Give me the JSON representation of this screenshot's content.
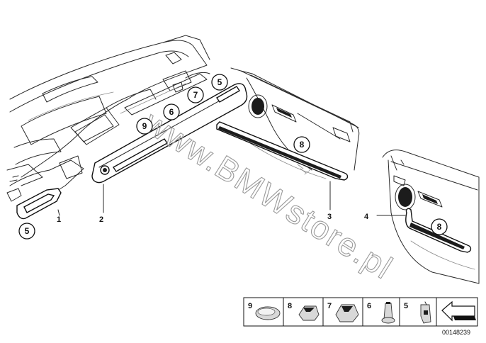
{
  "watermark": "www.BMWstore.pl",
  "reference_number": "00148239",
  "part_labels": [
    "1",
    "2",
    "3",
    "4"
  ],
  "callouts": [
    "5",
    "9",
    "6",
    "7",
    "5",
    "8",
    "8"
  ],
  "legend": [
    "9",
    "8",
    "7",
    "6",
    "5"
  ],
  "icons": {
    "dashboard": "dashboard-drawing",
    "door_panel_front": "door-panel-drawing",
    "door_panel_rear": "door-panel-drawing",
    "legend_arrow": "arrow-icon"
  }
}
